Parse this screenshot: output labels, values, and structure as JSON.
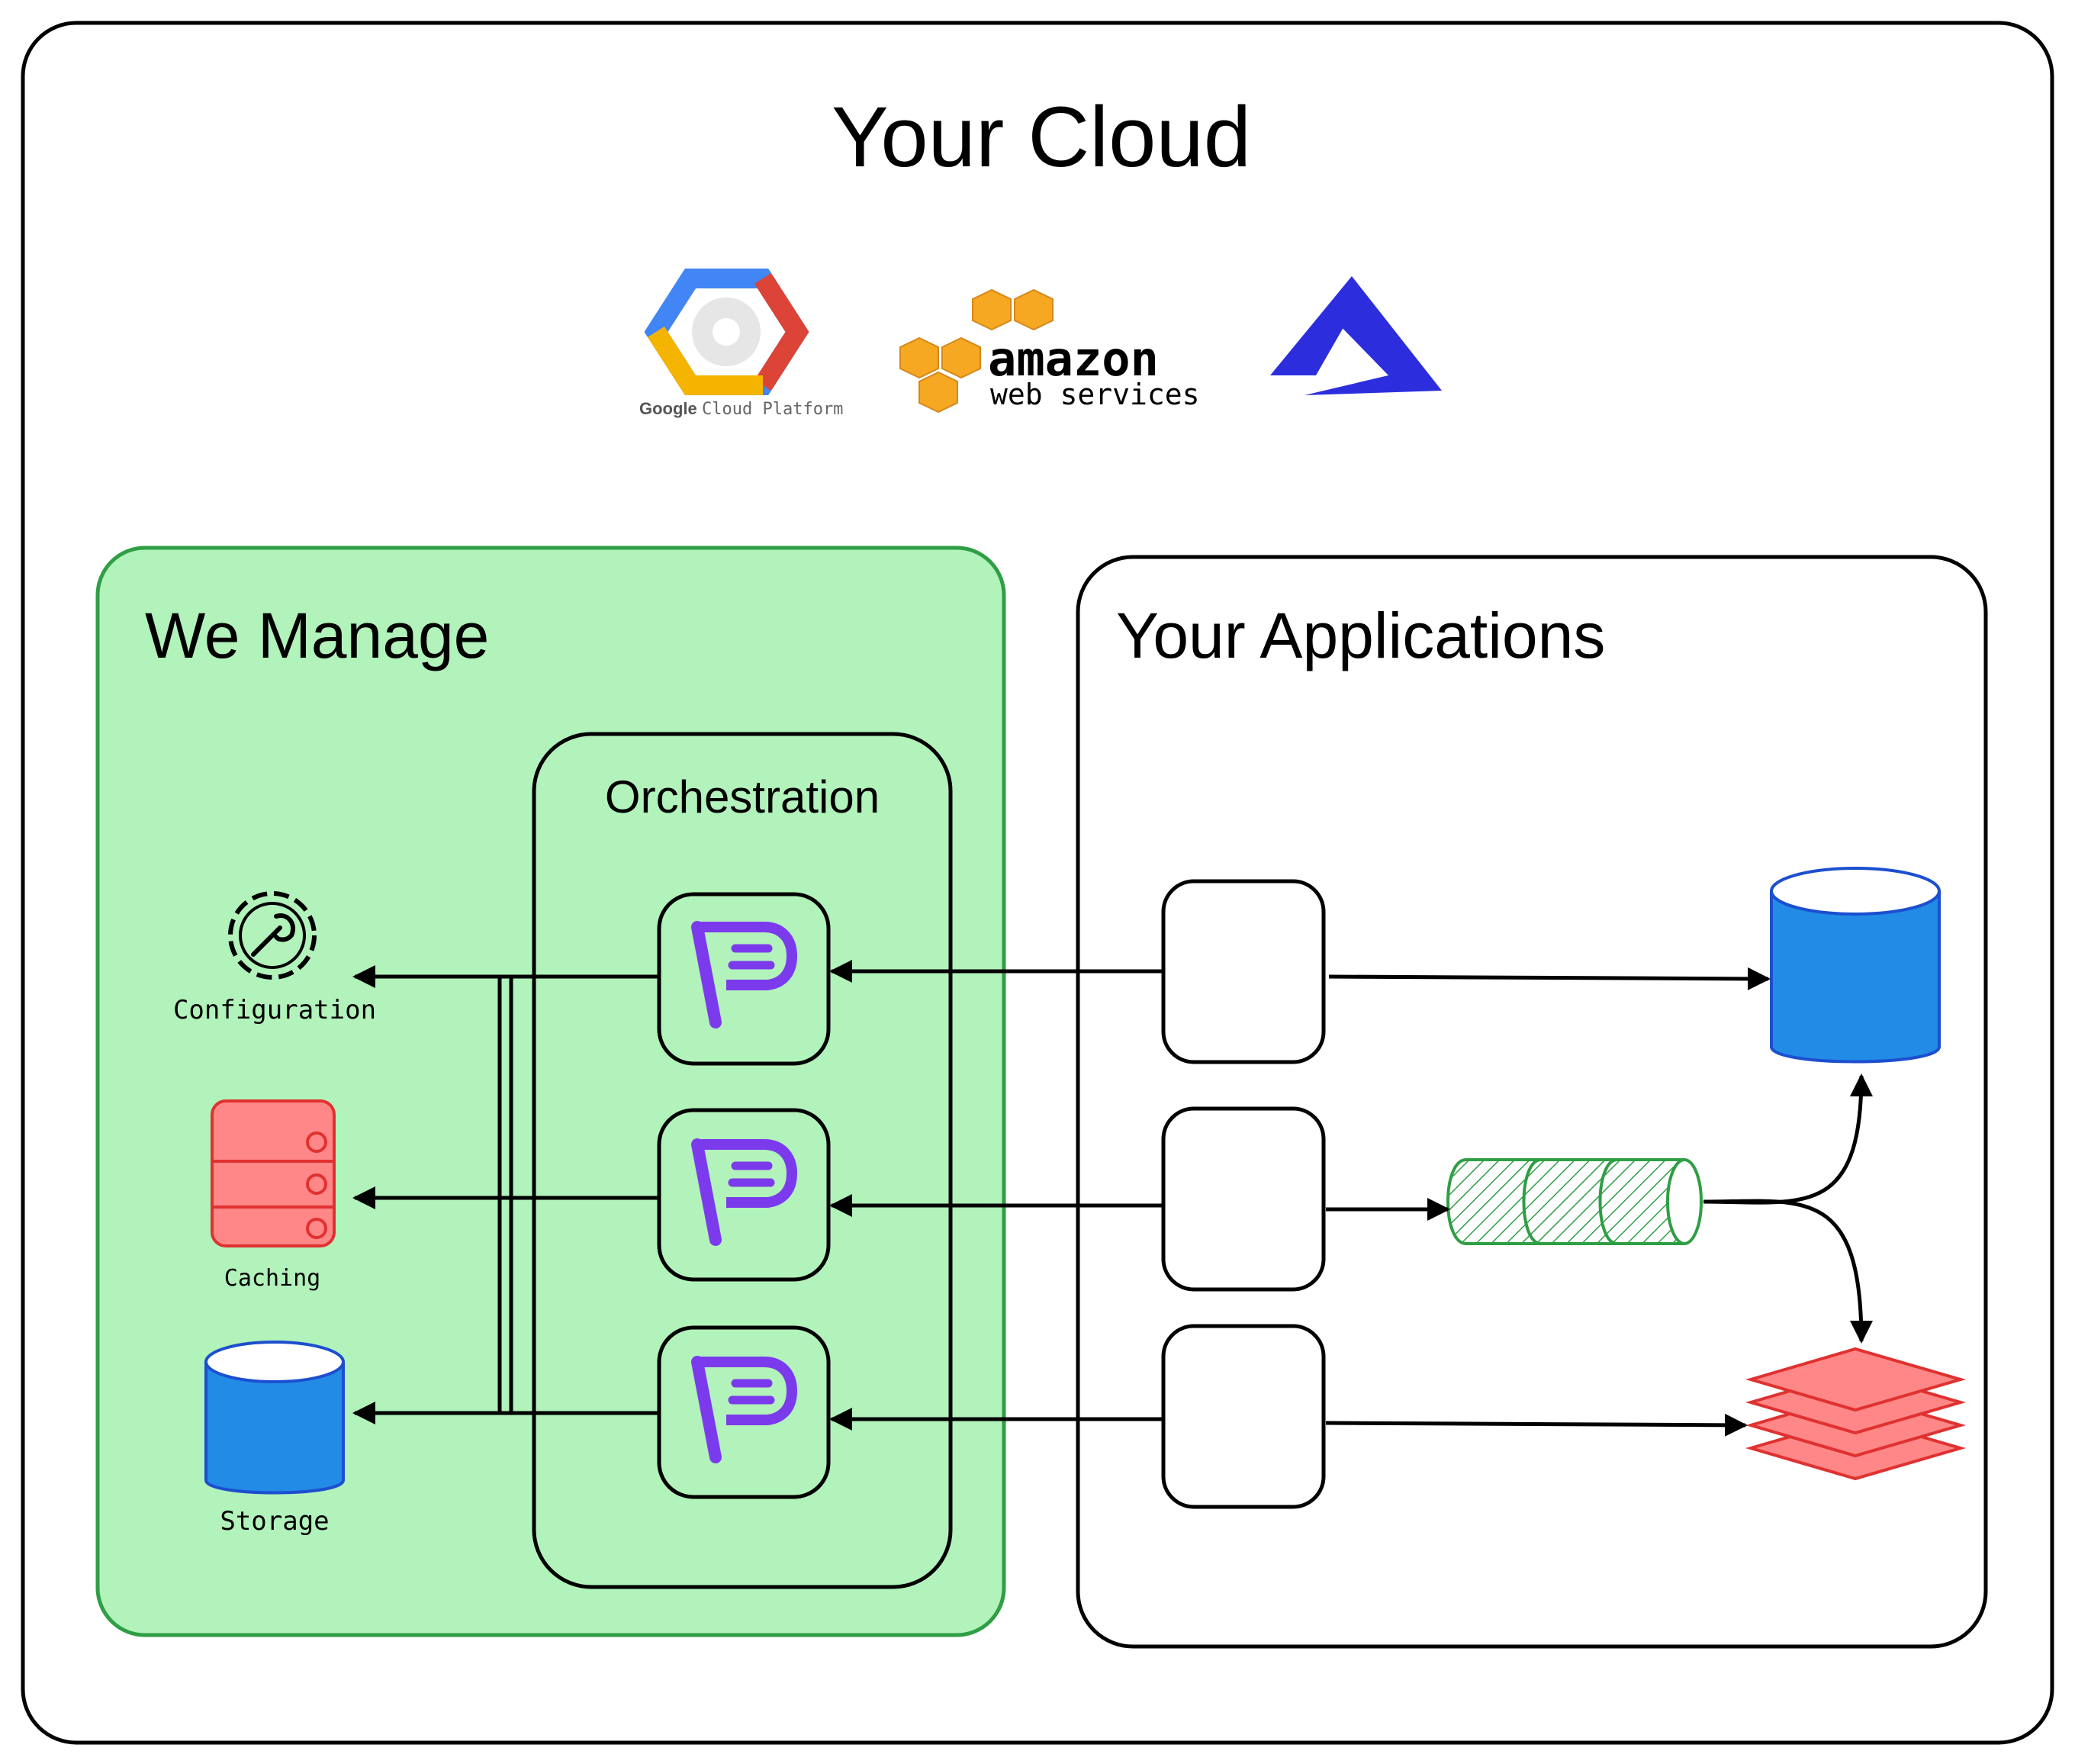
{
  "title": "Your Cloud",
  "providers": {
    "gcp": {
      "brand_text": "Google",
      "product_text": "Cloud Platform"
    },
    "aws": {
      "line1": "amazon",
      "line2": "web services"
    },
    "azure": {
      "icon": "azure-logo-icon"
    }
  },
  "managed_panel": {
    "title": "We Manage",
    "orchestration_label": "Orchestration",
    "services": [
      {
        "label": "Configuration",
        "icon": "gear-wrench-icon"
      },
      {
        "label": "Caching",
        "icon": "server-rack-icon"
      },
      {
        "label": "Storage",
        "icon": "database-icon"
      }
    ],
    "workers": 3,
    "worker_icon": "flag-icon"
  },
  "apps_panel": {
    "title": "Your Applications",
    "app_boxes": 3,
    "targets": [
      {
        "icon": "database-icon"
      },
      {
        "icon": "queue-icon"
      },
      {
        "icon": "layers-icon"
      }
    ]
  },
  "colors": {
    "managed_fill": "#b2f2bb",
    "managed_stroke": "#2f9e44",
    "blue": "#228be6",
    "red": "#ff8787",
    "red_stroke": "#e03131",
    "green_queue": "#2f9e44",
    "flag": "#7c3aed",
    "gcp_blue": "#4285f4",
    "gcp_red": "#db4437",
    "gcp_yellow": "#f4b400",
    "aws_orange": "#f7a823",
    "azure_blue": "#2c2ede"
  }
}
